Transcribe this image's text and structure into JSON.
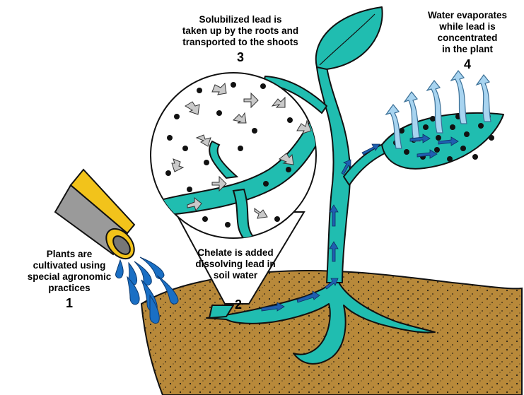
{
  "steps": [
    {
      "id": "1",
      "number": "1",
      "lines": [
        "Plants are",
        "cultivated using",
        "special agronomic",
        "practices"
      ]
    },
    {
      "id": "2",
      "number": "2",
      "lines": [
        "Chelate is added",
        "dissolving lead in",
        "soil water"
      ]
    },
    {
      "id": "3",
      "number": "3",
      "lines": [
        "Solubilized lead is",
        "taken up by the roots and",
        "transported to the shoots"
      ]
    },
    {
      "id": "4",
      "number": "4",
      "lines": [
        "Water evaporates",
        "while lead is",
        "concentrated",
        "in the plant"
      ]
    }
  ],
  "colors": {
    "soil": "#b8893a",
    "plant": "#20bdb0",
    "outline": "#111111",
    "water_drop": "#1a6fc4",
    "flow_arrow": "#1f5fb0",
    "vapor_arrow": "#a8d4f0",
    "lead_particle": "#111111",
    "soil_particle_arrow": "#c9c9c9",
    "can_yellow": "#f2c31b",
    "can_gray": "#9a9a9a"
  },
  "icons": [
    "watering-can-icon",
    "water-drop-icon",
    "flow-arrow-icon",
    "vapor-arrow-icon",
    "lead-particle-icon"
  ]
}
